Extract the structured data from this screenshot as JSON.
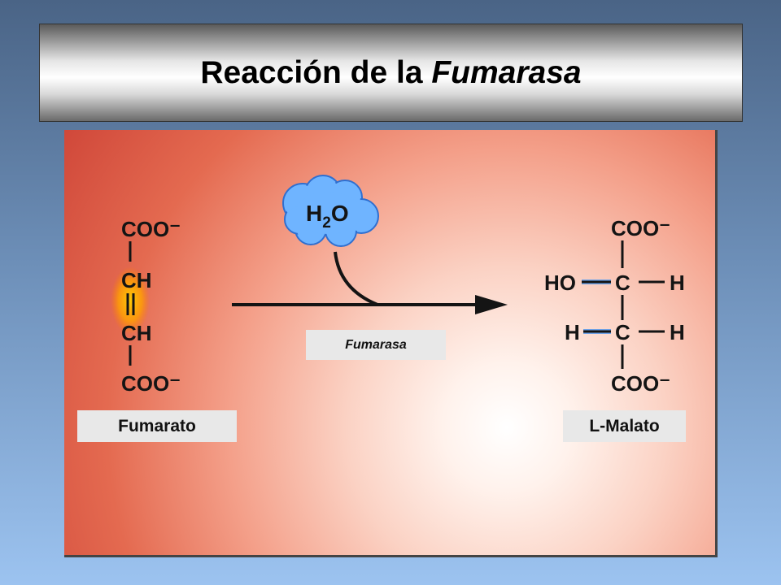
{
  "title": {
    "main": "Reacción de la ",
    "italic": "Fumarasa"
  },
  "reactant": {
    "name": "Fumarato",
    "top_group": "COO⁻",
    "upper_ch": "CH",
    "lower_ch": "CH",
    "bottom_group": "COO⁻"
  },
  "water": {
    "label": "H",
    "subscript": "2",
    "label_end": "O"
  },
  "enzyme": {
    "name": "Fumarasa"
  },
  "product": {
    "name": "L-Malato",
    "top_group": "COO⁻",
    "row1_left": "HO",
    "row1_center": "C",
    "row1_right": "H",
    "row2_left": "H",
    "row2_center": "C",
    "row2_right": "H",
    "bottom_group": "COO⁻"
  },
  "colors": {
    "highlight": "#ffb000",
    "water_cloud": "#6fb4ff",
    "bond_highlight": "#6fa3e8"
  }
}
